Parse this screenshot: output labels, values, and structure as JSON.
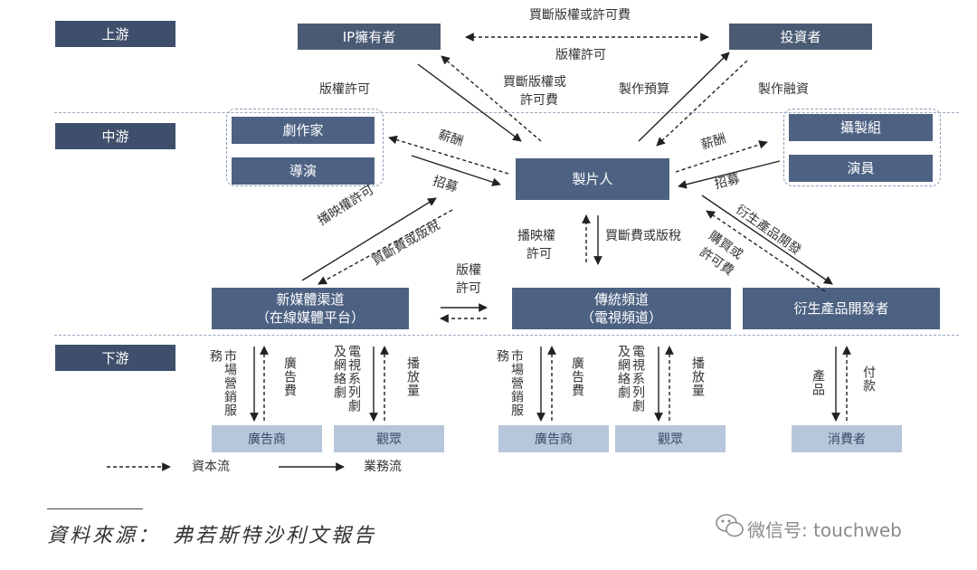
{
  "stages": {
    "upstream": "上游",
    "midstream": "中游",
    "downstream": "下游"
  },
  "nodes": {
    "ip_owner": "IP擁有者",
    "investor": "投資者",
    "screenwriter": "劇作家",
    "director": "導演",
    "producer": "製片人",
    "crew": "攝製組",
    "actor": "演員",
    "new_media_line1": "新媒體渠道",
    "new_media_line2": "（在線媒體平台）",
    "traditional_line1": "傳統頻道",
    "traditional_line2": "（電視頻道）",
    "derivative_developer": "衍生產品開發者",
    "advertiser_1": "廣告商",
    "audience_1": "觀眾",
    "advertiser_2": "廣告商",
    "audience_2": "觀眾",
    "consumer": "消費者"
  },
  "labels": {
    "buyout_or_license_fee": "買斷版權或許可費",
    "copyright_license_top": "版權許可",
    "copyright_license_left": "版權許可",
    "buyout_copyright_or": "買斷版權或",
    "license_fee": "許可費",
    "production_budget": "製作預算",
    "production_financing": "製作融資",
    "salary_left": "薪酬",
    "recruit_left": "招募",
    "salary_right": "薪酬",
    "recruit_right": "招募",
    "broadcast_license_diag": "播映權許可",
    "buyout_fee_or_tax": "買斷費或版稅",
    "copyright": "版權",
    "license": "許可",
    "broadcast_rights": "播映權",
    "license_2": "許可",
    "buyout_fee_or_royalty": "買斷費或版稅",
    "derivative_development": "衍生產品開發",
    "purchase_or": "購買或",
    "license_fee_2": "許可費",
    "ad_service_1": "市場營銷服務",
    "ad_fee_1": "廣告費",
    "tv_series_1": "電視系列劇及網絡劇",
    "broadcast_fee_1": "播放量",
    "ad_service_2": "市場營銷服務",
    "ad_fee_2": "廣告費",
    "tv_series_2": "電視系列劇及網絡劇",
    "broadcast_fee_2": "播放量",
    "products": "產品",
    "payment": "付款"
  },
  "legend": {
    "capital_flow": "資本流",
    "business_flow": "業務流"
  },
  "source": "資料來源：　弗若斯特沙利文報告",
  "watermark": "微信号: touchweb",
  "colors": {
    "dark_box": "#4a5a73",
    "mid_box": "#4d6283",
    "light_box": "#b7c6da",
    "separator": "#9aa9c0"
  }
}
